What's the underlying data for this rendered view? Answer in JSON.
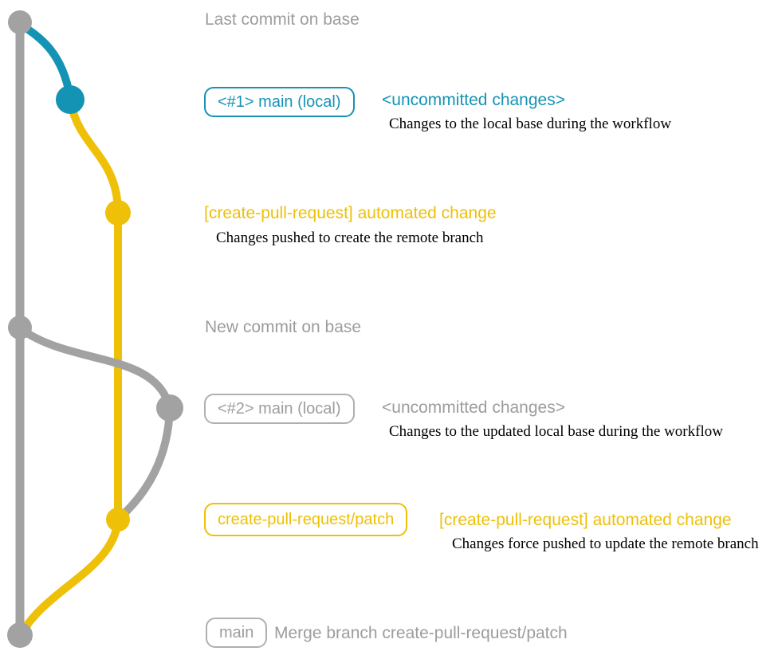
{
  "diagram_title": "create-pull-request workflow git graph",
  "colors": {
    "base_gray": "#a2a2a2",
    "gray_text": "#9d9d9d",
    "blue": "#1593b5",
    "yellow": "#eec007",
    "desc_black": "#000000",
    "background": "#ffffff"
  },
  "graph": {
    "branches": [
      {
        "name": "base-branch",
        "color": "#a2a2a2"
      },
      {
        "name": "local-main-1",
        "color": "#1593b5"
      },
      {
        "name": "create-pull-request-patch",
        "color": "#eec007"
      },
      {
        "name": "local-main-2",
        "color": "#a2a2a2"
      }
    ],
    "commits": [
      {
        "name": "last-commit-on-base",
        "color": "#a2a2a2"
      },
      {
        "name": "uncommitted-changes-1",
        "color": "#1593b5"
      },
      {
        "name": "automated-change-1",
        "color": "#eec007"
      },
      {
        "name": "new-commit-on-base",
        "color": "#a2a2a2"
      },
      {
        "name": "uncommitted-changes-2",
        "color": "#a2a2a2"
      },
      {
        "name": "automated-change-2",
        "color": "#eec007"
      },
      {
        "name": "merge-commit",
        "color": "#a2a2a2"
      }
    ]
  },
  "annotations": {
    "last_commit": {
      "label": "Last commit on base"
    },
    "row1": {
      "badge": "<#1> main (local)",
      "note": "<uncommitted changes>",
      "desc": "Changes to the local base during the workflow"
    },
    "row2": {
      "heading": "[create-pull-request] automated change",
      "desc": "Changes pushed to create the remote branch"
    },
    "new_commit": {
      "label": "New commit on base"
    },
    "row3": {
      "badge": "<#2> main (local)",
      "note": "<uncommitted changes>",
      "desc": "Changes to the updated local base during the workflow"
    },
    "row4": {
      "badge": "create-pull-request/patch",
      "heading": "[create-pull-request] automated change",
      "desc": "Changes force pushed to update the remote branch"
    },
    "row5": {
      "badge": "main",
      "label": "Merge branch create-pull-request/patch"
    }
  }
}
